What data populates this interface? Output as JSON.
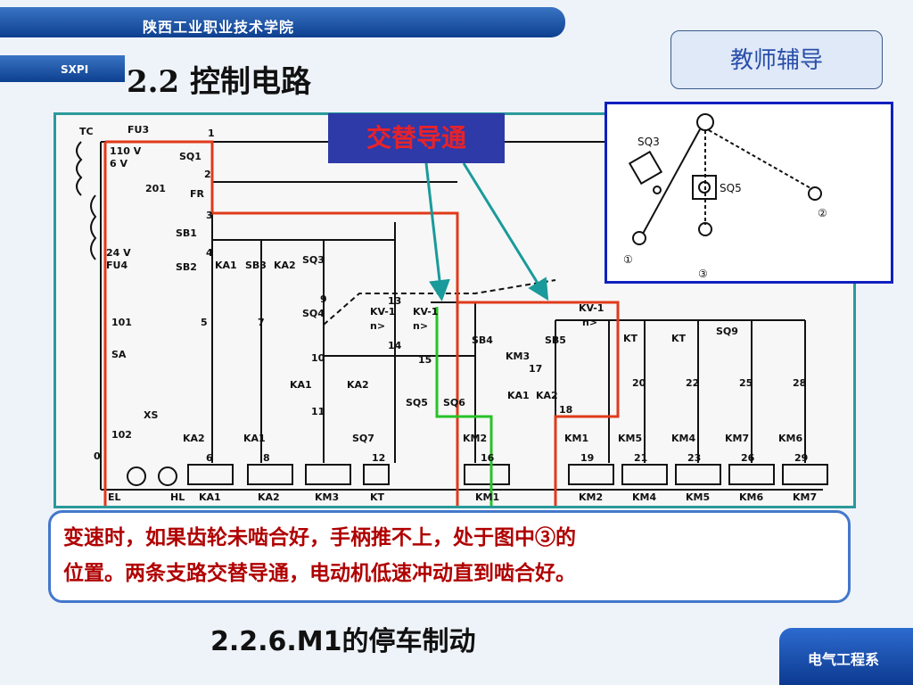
{
  "header": {
    "college": "陕西工业职业技术学院",
    "abbr": "SXPI",
    "section_title": "2.2  控制电路",
    "teacher_button": "教师辅导"
  },
  "callout": {
    "tag": "交替导通"
  },
  "inset": {
    "labels": [
      "SQ3",
      "SQ5",
      "①",
      "②",
      "③"
    ]
  },
  "circuit": {
    "top_labels": [
      "TC",
      "FU3",
      "1",
      "SQ1",
      "2",
      "FR",
      "201",
      "3",
      "SB1",
      "4",
      "SB2",
      "KA1",
      "SB3",
      "KA2",
      "SQ3",
      "9",
      "SQ4",
      "13",
      "KV-1",
      "KV-1",
      "n>",
      "n>",
      "14",
      "KV-1",
      "n>"
    ],
    "left_labels": [
      "110 V",
      "6 V",
      "24 V",
      "FU4",
      "101",
      "SA",
      "XS",
      "102",
      "0",
      "EL",
      "HL"
    ],
    "mid_labels": [
      "5",
      "7",
      "10",
      "11",
      "KA1",
      "KA2",
      "15",
      "SQ5",
      "SQ6",
      "SB4",
      "KM3",
      "SB5",
      "17",
      "KA1",
      "KA2",
      "18"
    ],
    "right_labels": [
      "KT",
      "KT",
      "SQ9",
      "20",
      "22",
      "25",
      "28"
    ],
    "contacts_bottom": [
      "KA2",
      "KA1",
      "SQ7",
      "KM2",
      "KM1",
      "KM5",
      "KM4",
      "KM7",
      "KM6"
    ],
    "coil_nodes": [
      "6",
      "8",
      "12",
      "16",
      "19",
      "21",
      "23",
      "26",
      "29"
    ],
    "coil_names": [
      "KA1",
      "KA2",
      "KM3",
      "KT",
      "KM1",
      "KM2",
      "KM4",
      "KM5",
      "KM6",
      "KM7"
    ]
  },
  "note": {
    "line1": "变速时，如果齿轮未啮合好，手柄推不上，处于图中③的",
    "line2": "位置。两条支路交替导通，电动机低速冲动直到啮合好。"
  },
  "subtitle": "2.2.6.M1的停车制动",
  "footer": "电气工程系"
}
